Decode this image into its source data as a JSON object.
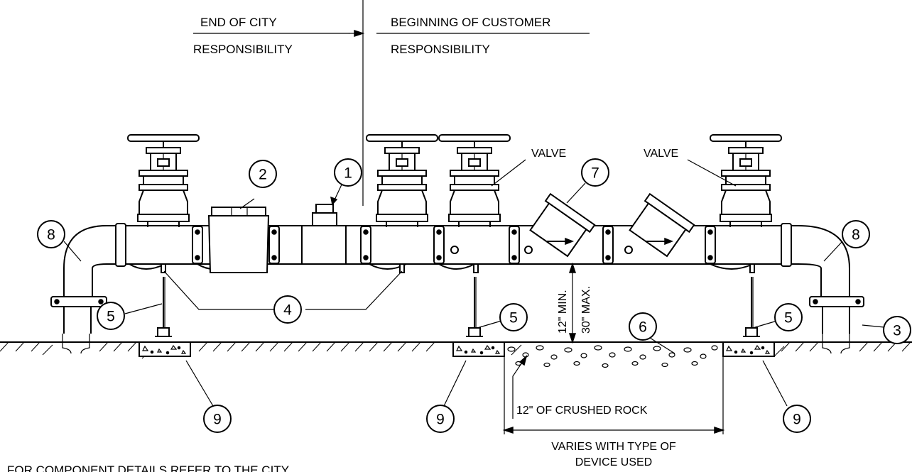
{
  "header": {
    "left_line1": "END OF CITY",
    "left_line2": "RESPONSIBILITY",
    "right_line1": "BEGINNING OF CUSTOMER",
    "right_line2": "RESPONSIBILITY"
  },
  "labels": {
    "valve_left": "VALVE",
    "valve_right": "VALVE",
    "clearance_min": "12\" MIN.",
    "clearance_max": "30\" MAX.",
    "crushed_rock": "12\" OF CRUSHED ROCK",
    "varies_line1": "VARIES WITH TYPE OF",
    "varies_line2": "DEVICE USED",
    "footer_note": "FOR COMPONENT DETAILS REFER TO THE CITY"
  },
  "callouts": {
    "c1": "1",
    "c2": "2",
    "c3": "3",
    "c4": "4",
    "c5a": "5",
    "c5b": "5",
    "c5c": "5",
    "c6": "6",
    "c7": "7",
    "c8a": "8",
    "c8b": "8",
    "c9a": "9",
    "c9b": "9",
    "c9c": "9"
  }
}
